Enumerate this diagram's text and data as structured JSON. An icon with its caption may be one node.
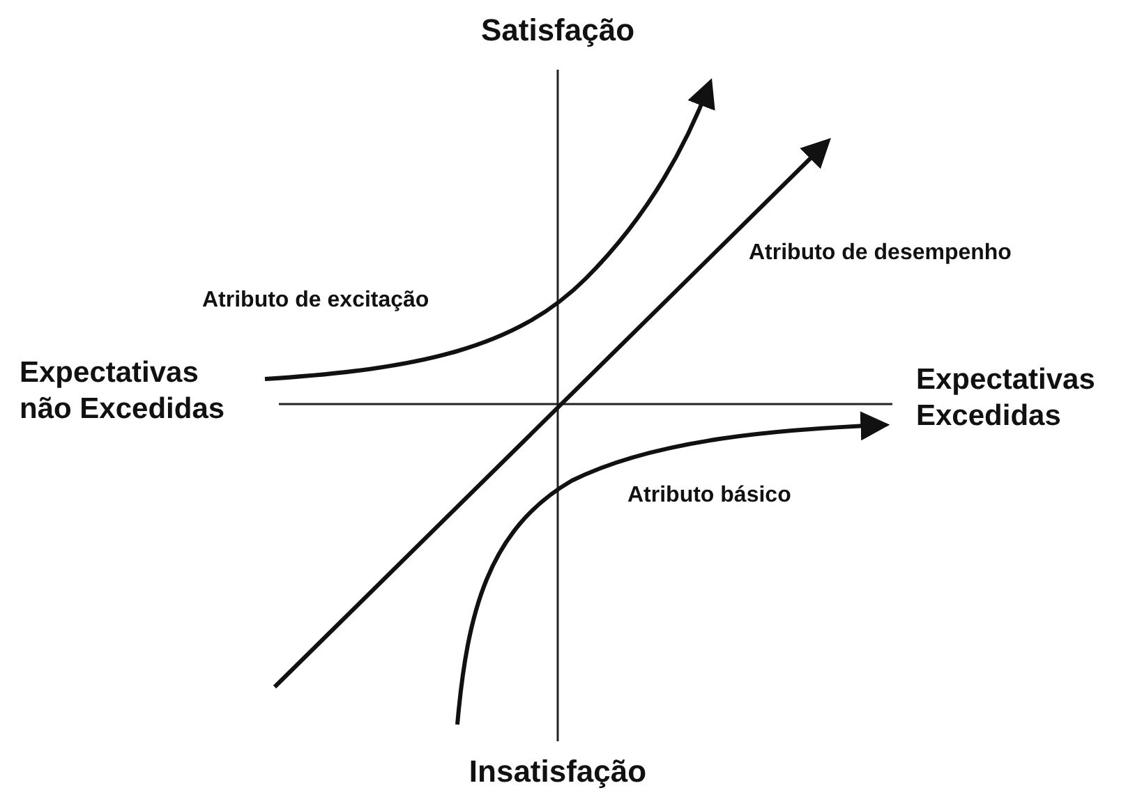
{
  "diagram": {
    "labels": [
      "Satisfação",
      "Atributo de desempenho",
      "Atributo de excitação",
      "Expectativas não Excedidas",
      "Expectativas Excedidas",
      "Atributo básico",
      "Insatisfação"
    ]
  }
}
